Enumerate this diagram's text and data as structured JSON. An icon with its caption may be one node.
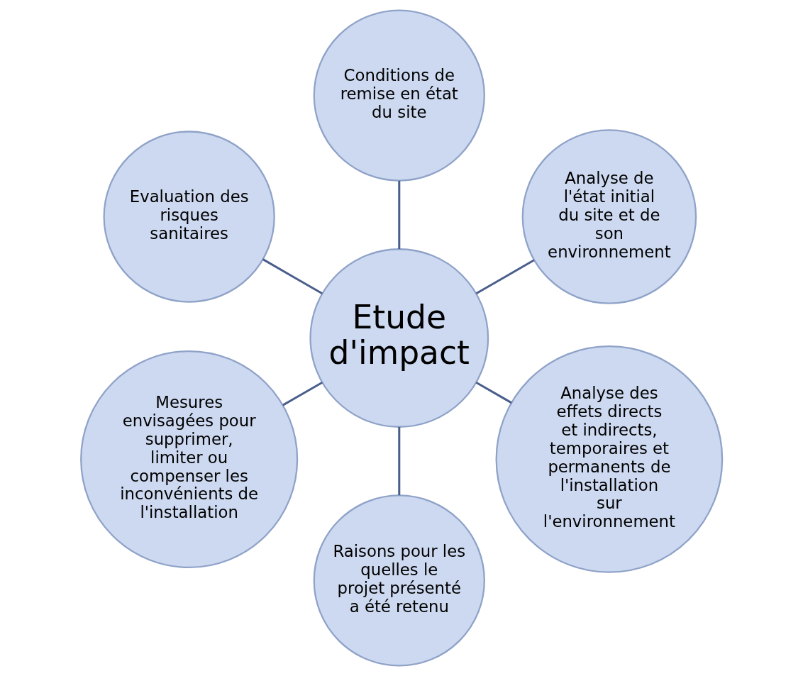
{
  "diagram": {
    "nodes": [
      {
        "text": [
          "Etude d'impact"
        ]
      },
      {
        "text": [
          "Analyse de l'état initial du site et de son environnement"
        ]
      },
      {
        "text": [
          "Conditions de remise en état du site"
        ]
      },
      {
        "text": [
          "Evaluation des risques sanitaires"
        ]
      },
      {
        "text": [
          "Mesures envisagées pour supprimer, limiter ou compenser les inconvénients de l'installation"
        ]
      },
      {
        "text": [
          "Raisons pour les quelles le projet présenté a été retenu"
        ]
      },
      {
        "text": [
          "Analyse des effets directs et indirects, temporaires et permanents de l'installation sur l'environnement"
        ]
      }
    ],
    "edges": [
      {
        "from": 0,
        "to": 1,
        "arrow": "none"
      },
      {
        "from": 0,
        "to": 2,
        "arrow": "none"
      },
      {
        "from": 0,
        "to": 3,
        "arrow": "none"
      },
      {
        "from": 0,
        "to": 4,
        "arrow": "none"
      },
      {
        "from": 0,
        "to": 5,
        "arrow": "none"
      },
      {
        "from": 0,
        "to": 6,
        "arrow": "none"
      }
    ]
  }
}
